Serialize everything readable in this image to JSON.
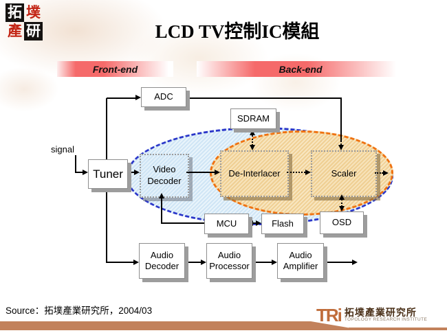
{
  "header": {
    "logo": {
      "chars": [
        "拓",
        "墣",
        "產",
        "研"
      ]
    },
    "title": "LCD TV控制IC模組"
  },
  "bands": {
    "front_label": "Front-end",
    "back_label": "Back-end"
  },
  "diagram": {
    "signal_label": "signal",
    "boxes": {
      "adc": "ADC",
      "sdram": "SDRAM",
      "tuner": "Tuner",
      "video_decoder": "Video Decoder",
      "de_interlacer": "De-Interlacer",
      "scaler": "Scaler",
      "mcu": "MCU",
      "flash": "Flash",
      "osd": "OSD",
      "audio_decoder": "Audio Decoder",
      "audio_processor": "Audio Processor",
      "audio_amplifier": "Audio Amplifier"
    },
    "colors": {
      "front_ellipse_border": "#2b36c9",
      "front_ellipse_fill": "#d9ebf8",
      "back_ellipse_border": "#ef7211",
      "back_ellipse_fill": "#f3d9a2",
      "band_red": "#f56a6a",
      "footer_bar": "#c2815b"
    }
  },
  "footer": {
    "source": "Source：拓墣產業研究所，2004/03",
    "tri_mark": "TRi",
    "tri_cn": "拓墣產業研究所",
    "tri_en": "TOPOLOGY RESEARCH INSTITUTE"
  }
}
